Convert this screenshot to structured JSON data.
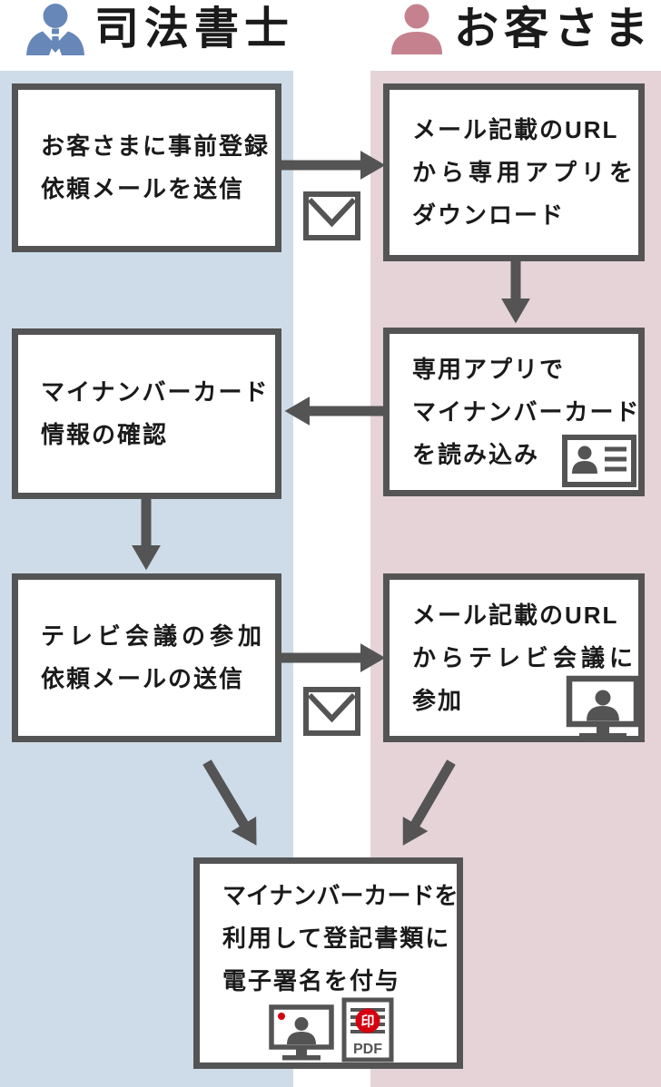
{
  "header": {
    "scrivener": {
      "label": "司法書士",
      "icon": "businessman-icon"
    },
    "customer": {
      "label": "お客さま",
      "icon": "person-icon"
    }
  },
  "lanes": {
    "scrivener_bg": "#cddce8",
    "customer_bg": "#e5d3d8"
  },
  "colors": {
    "box_border": "#545454",
    "arrow": "#545454",
    "scrivener_avatar": "#6787b8",
    "customer_avatar": "#c5818e",
    "stamp_red": "#d7000f",
    "text": "#1a1a1a"
  },
  "boxes": {
    "step1": {
      "lane": "scrivener",
      "lines": [
        "お客さまに事前登録",
        "依頼メールを送信"
      ]
    },
    "step2": {
      "lane": "customer",
      "lines": [
        "メール記載のURL",
        "から専用アプリを",
        "ダウンロード"
      ]
    },
    "step3": {
      "lane": "customer",
      "lines": [
        "専用アプリで",
        "マイナンバーカード",
        "を読み込み"
      ],
      "icon": "id-card-icon"
    },
    "step4": {
      "lane": "scrivener",
      "lines": [
        "マイナンバーカード",
        "情報の確認"
      ]
    },
    "step5": {
      "lane": "scrivener",
      "lines": [
        "テレビ会議の参加",
        "依頼メールの送信"
      ]
    },
    "step6": {
      "lane": "customer",
      "lines": [
        "メール記載のURL",
        "からテレビ会議に",
        "参加"
      ],
      "icon": "video-call-icon"
    },
    "step7": {
      "lane": "both",
      "lines": [
        "マイナンバーカードを",
        "利用して登記書類に",
        "電子署名を付与"
      ],
      "icons": [
        "video-call-recording-icon",
        "pdf-stamp-icon"
      ]
    }
  },
  "icons": {
    "mail": "envelope-icon",
    "id_card": "id-card-icon",
    "video_call": "monitor-person-icon",
    "recording": "monitor-person-recording-icon",
    "pdf": {
      "name": "pdf-stamp-icon",
      "stamp_char": "印",
      "label": "PDF"
    }
  },
  "arrows": [
    {
      "from": "step1",
      "to": "step2",
      "icon": "envelope-icon"
    },
    {
      "from": "step2",
      "to": "step3"
    },
    {
      "from": "step3",
      "to": "step4"
    },
    {
      "from": "step4",
      "to": "step5"
    },
    {
      "from": "step5",
      "to": "step6",
      "icon": "envelope-icon"
    },
    {
      "from": "step5",
      "to": "step7"
    },
    {
      "from": "step6",
      "to": "step7"
    }
  ]
}
